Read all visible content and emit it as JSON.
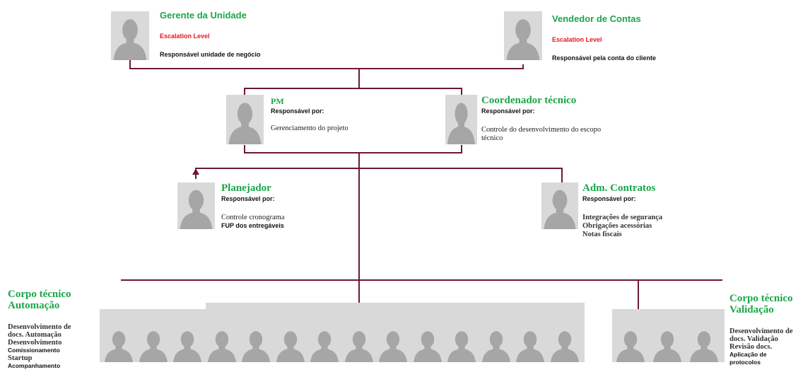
{
  "nodes": {
    "gerente": {
      "title_a": "Gerente da ",
      "title_b": "Unidade",
      "escalation": "Escalation Level",
      "responsibility": "Responsável unidade de negócio"
    },
    "vendedor": {
      "title": "Vendedor de Contas",
      "escalation": "Escalation Level",
      "responsibility": "Responsável pela conta do cliente"
    },
    "pm": {
      "title": "PM",
      "resp_label": "Responsável por:",
      "line1": "Gerenciamento do projeto"
    },
    "coordenador": {
      "title": "Coordenador técnico",
      "resp_label": "Responsável por:",
      "line1": "Controle do desenvolvimento do escopo",
      "line2": "técnico"
    },
    "planejador": {
      "title": "Planejador",
      "resp_label": "Responsável por:",
      "line1": "Controle cronograma",
      "line2": "FUP dos entregáveis"
    },
    "adm": {
      "title": "Adm. Contratos",
      "resp_label": "Responsável por:",
      "line1": "Integrações de segurança",
      "line2": "Obrigações acessórias",
      "line3": "Notas fiscais"
    },
    "automacao": {
      "title1": "Corpo técnico",
      "title2": "Automação",
      "line1": "Desenvolvimento de",
      "line2": "docs. Automação",
      "line3": "Desenvolvimento",
      "line4": "Comissionamento",
      "line5": "Startup",
      "line6": "Acompanhamento"
    },
    "validacao": {
      "title1": "Corpo técnico",
      "title2": "Validação",
      "line1": "Desenvolvimento de",
      "line2": "docs. Validação",
      "line3": "Revisão docs.",
      "line4": "Aplicação de",
      "line5": "protocolos"
    }
  },
  "colors": {
    "connector": "#6b1a2e",
    "title_green": "#1aa64a",
    "escalation_red": "#e8141c",
    "placeholder_bg": "#d9d9d9",
    "placeholder_figure": "#a6a6a6"
  },
  "icons": {
    "person": "person-silhouette-icon"
  },
  "teams": {
    "automacao_member_count": 14,
    "validacao_member_count": 3
  }
}
